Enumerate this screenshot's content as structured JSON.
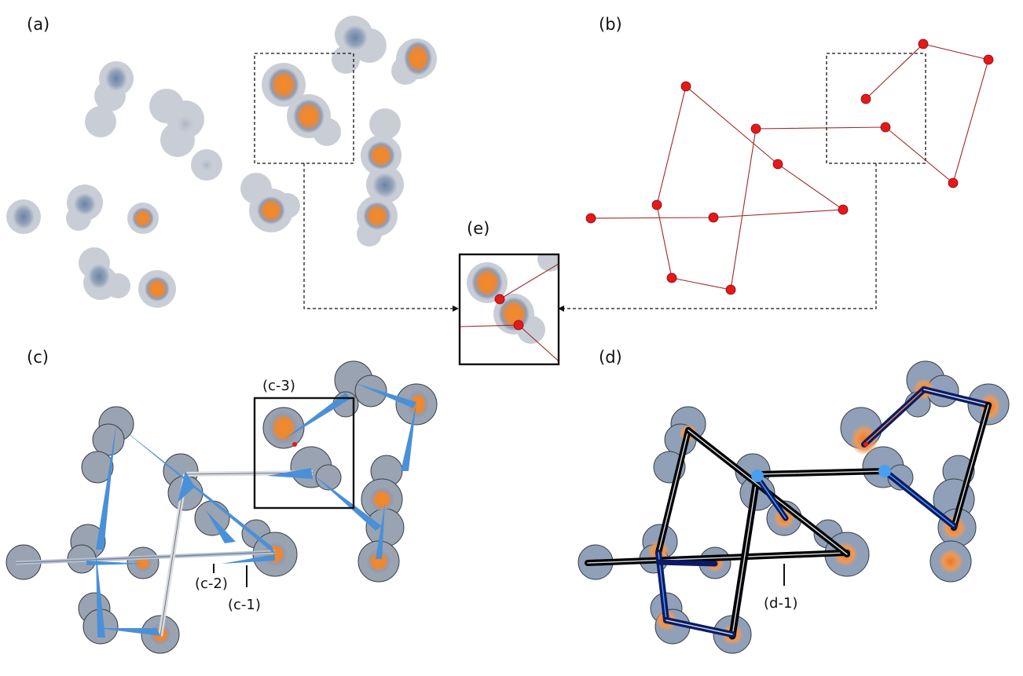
{
  "panels": {
    "a": {
      "label": "(a)"
    },
    "b": {
      "label": "(b)"
    },
    "c": {
      "label": "(c)"
    },
    "d": {
      "label": "(d)"
    },
    "e": {
      "label": "(e)"
    }
  },
  "annotations": {
    "c1": "(c-1)",
    "c2": "(c-2)",
    "c3": "(c-3)",
    "d1": "(d-1)"
  },
  "colors": {
    "halo": "#c9ced6",
    "blob_blue": "#7a90b0",
    "blob_orange": "#f08a2c",
    "graph_node": "#e8171a",
    "graph_edge": "#a02828",
    "edge_blue": "#4a90d8",
    "edge_dark": "#0a0f3c",
    "frame": "#111111"
  }
}
